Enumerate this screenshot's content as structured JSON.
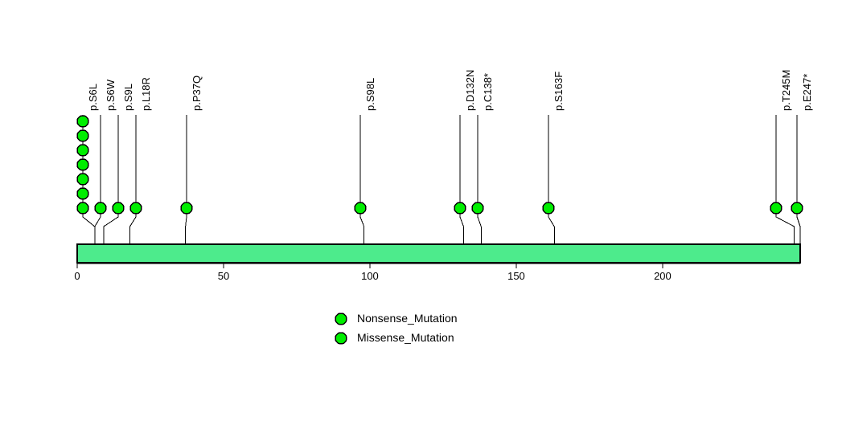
{
  "chart_data": {
    "type": "scatter",
    "title": "",
    "xlabel": "",
    "ylabel": "",
    "xlim": [
      0,
      247
    ],
    "grid": false,
    "legend_position": "bottom-center",
    "protein_bar": {
      "start": 0,
      "end": 247,
      "color": "#4DEB8C",
      "outline": "#000000"
    },
    "axis": {
      "ticks": [
        0,
        50,
        100,
        150,
        200
      ],
      "tick_labels": [
        "0",
        "50",
        "100",
        "150",
        "200"
      ]
    },
    "marker_color": "#00EE00",
    "marker_outline": "#000000",
    "mutations": [
      {
        "label": "p.S6L",
        "position": 6,
        "count": 7,
        "type": "Missense_Mutation"
      },
      {
        "label": "p.S6W",
        "position": 6,
        "count": 1,
        "type": "Missense_Mutation"
      },
      {
        "label": "p.S9L",
        "position": 9,
        "count": 1,
        "type": "Missense_Mutation"
      },
      {
        "label": "p.L18R",
        "position": 18,
        "count": 1,
        "type": "Missense_Mutation"
      },
      {
        "label": "p.P37Q",
        "position": 37,
        "count": 1,
        "type": "Missense_Mutation"
      },
      {
        "label": "p.S98L",
        "position": 98,
        "count": 1,
        "type": "Missense_Mutation"
      },
      {
        "label": "p.D132N",
        "position": 132,
        "count": 1,
        "type": "Missense_Mutation"
      },
      {
        "label": "p.C138*",
        "position": 138,
        "count": 1,
        "type": "Nonsense_Mutation"
      },
      {
        "label": "p.S163F",
        "position": 163,
        "count": 1,
        "type": "Missense_Mutation"
      },
      {
        "label": "p.T245M",
        "position": 245,
        "count": 1,
        "type": "Missense_Mutation"
      },
      {
        "label": "p.E247*",
        "position": 247,
        "count": 1,
        "type": "Nonsense_Mutation"
      }
    ],
    "legend": [
      {
        "label": "Nonsense_Mutation",
        "color": "#00EE00"
      },
      {
        "label": "Missense_Mutation",
        "color": "#00EE00"
      }
    ]
  }
}
